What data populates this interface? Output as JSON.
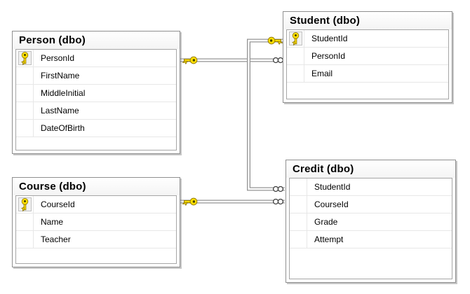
{
  "tables": [
    {
      "id": "person",
      "title": "Person (dbo)",
      "columns": [
        {
          "name": "PersonId",
          "primary_key": true
        },
        {
          "name": "FirstName",
          "primary_key": false
        },
        {
          "name": "MiddleInitial",
          "primary_key": false
        },
        {
          "name": "LastName",
          "primary_key": false
        },
        {
          "name": "DateOfBirth",
          "primary_key": false
        }
      ]
    },
    {
      "id": "student",
      "title": "Student (dbo)",
      "columns": [
        {
          "name": "StudentId",
          "primary_key": true
        },
        {
          "name": "PersonId",
          "primary_key": false
        },
        {
          "name": "Email",
          "primary_key": false
        }
      ]
    },
    {
      "id": "course",
      "title": "Course (dbo)",
      "columns": [
        {
          "name": "CourseId",
          "primary_key": true
        },
        {
          "name": "Name",
          "primary_key": false
        },
        {
          "name": "Teacher",
          "primary_key": false
        }
      ]
    },
    {
      "id": "credit",
      "title": "Credit (dbo)",
      "columns": [
        {
          "name": "StudentId",
          "primary_key": false
        },
        {
          "name": "CourseId",
          "primary_key": false
        },
        {
          "name": "Grade",
          "primary_key": false
        },
        {
          "name": "Attempt",
          "primary_key": false
        }
      ]
    }
  ],
  "relationships": [
    {
      "one_side": "Person.PersonId",
      "many_side": "Student.PersonId",
      "one_end_icon": "key-icon",
      "many_end_icon": "infinity-icon"
    },
    {
      "one_side": "Student.StudentId",
      "many_side": "Credit.StudentId",
      "one_end_icon": "key-icon",
      "many_end_icon": "infinity-icon"
    },
    {
      "one_side": "Course.CourseId",
      "many_side": "Credit.CourseId",
      "one_end_icon": "key-icon",
      "many_end_icon": "infinity-icon"
    }
  ],
  "colors": {
    "key_yellow": "#ffdf00",
    "key_outline": "#8b7300",
    "connector_gray": "#949494",
    "icon_stroke": "#404040",
    "table_border": "#8f8f8f",
    "grid_border": "#a6a6a6",
    "row_separator": "#e7e7e7",
    "selector_bg": "#f1f1f1",
    "selector_border": "#c0c0c0",
    "header_bg": "#fcfcfc",
    "text_color": "#000000",
    "canvas_bg": "#ffffff"
  }
}
